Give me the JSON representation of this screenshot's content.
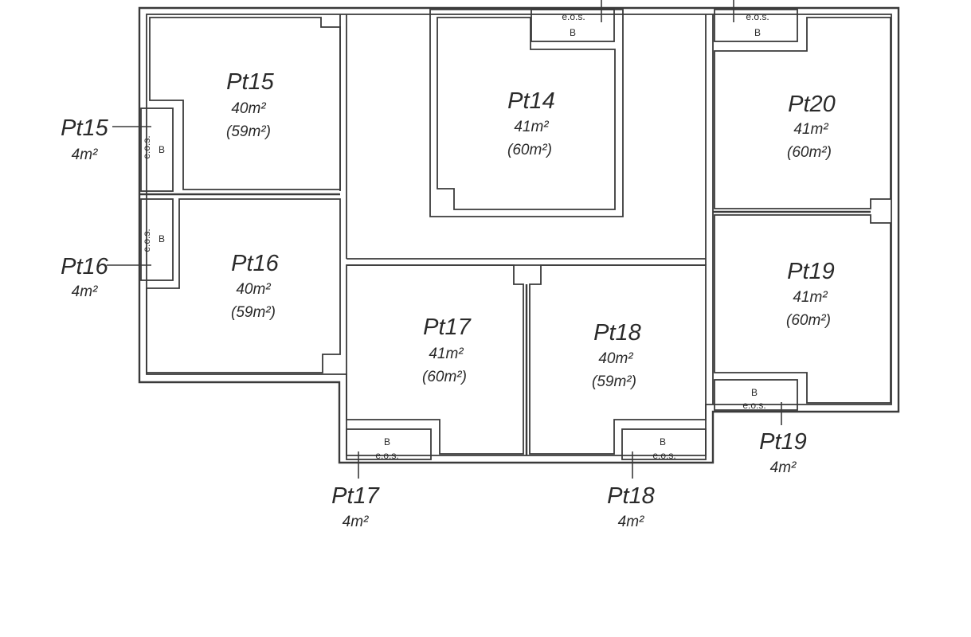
{
  "rooms": {
    "pt15": {
      "name": "Pt15",
      "area": "40m²",
      "gross": "(59m²)"
    },
    "pt16": {
      "name": "Pt16",
      "area": "40m²",
      "gross": "(59m²)"
    },
    "pt14": {
      "name": "Pt14",
      "area": "41m²",
      "gross": "(60m²)"
    },
    "pt20": {
      "name": "Pt20",
      "area": "41m²",
      "gross": "(60m²)"
    },
    "pt19": {
      "name": "Pt19",
      "area": "41m²",
      "gross": "(60m²)"
    },
    "pt17": {
      "name": "Pt17",
      "area": "41m²",
      "gross": "(60m²)"
    },
    "pt18": {
      "name": "Pt18",
      "area": "40m²",
      "gross": "(59m²)"
    }
  },
  "storage": {
    "pt15": {
      "name": "Pt15",
      "area": "4m²"
    },
    "pt16": {
      "name": "Pt16",
      "area": "4m²"
    },
    "pt17": {
      "name": "Pt17",
      "area": "4m²"
    },
    "pt18": {
      "name": "Pt18",
      "area": "4m²"
    },
    "pt19": {
      "name": "Pt19",
      "area": "4m²"
    }
  },
  "labels": {
    "eos": "e.o.s.",
    "b": "B"
  }
}
